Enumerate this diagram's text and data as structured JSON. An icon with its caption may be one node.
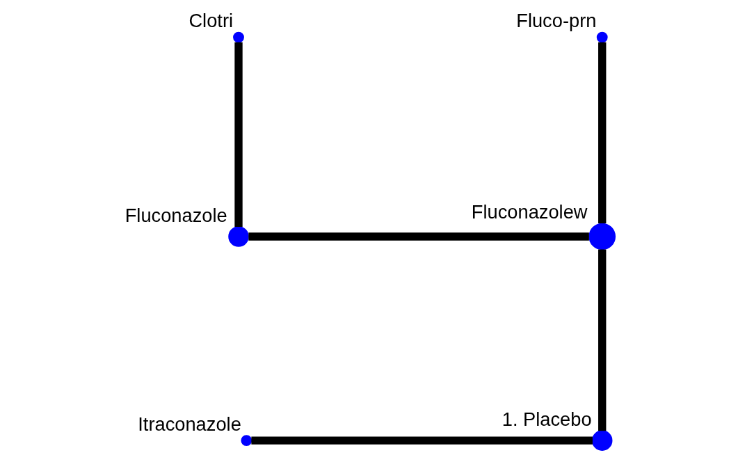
{
  "diagram": {
    "nodes": [
      {
        "text": [],
        "shape": "circle",
        "beside": [
          "Clotri"
        ]
      },
      {
        "text": [],
        "shape": "circle",
        "beside": [
          "Fluco-prn"
        ]
      },
      {
        "text": [],
        "shape": "circle",
        "beside": [
          "Fluconazole"
        ]
      },
      {
        "text": [],
        "shape": "circle",
        "beside": [
          "Fluconazolew"
        ]
      },
      {
        "text": [],
        "shape": "circle",
        "beside": [
          "Itraconazole"
        ]
      },
      {
        "text": [],
        "shape": "circle",
        "beside": [
          "1. Placebo"
        ]
      }
    ],
    "edges": [
      {
        "from": 0,
        "to": 2,
        "arrow": "none"
      },
      {
        "from": 1,
        "to": 3,
        "arrow": "none"
      },
      {
        "from": 2,
        "to": 3,
        "arrow": "none"
      },
      {
        "from": 3,
        "to": 5,
        "arrow": "none"
      },
      {
        "from": 4,
        "to": 5,
        "arrow": "none"
      }
    ]
  }
}
